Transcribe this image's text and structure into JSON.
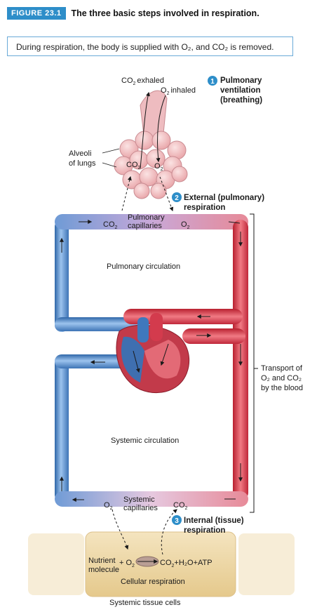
{
  "figure": {
    "badge": "FIGURE 23.1",
    "title": "The three basic steps involved in respiration."
  },
  "caption": {
    "text": "During respiration, the body is supplied with O₂, and CO₂ is removed."
  },
  "steps": [
    {
      "number": "1",
      "lines": [
        "Pulmonary",
        "ventilation",
        "(breathing)"
      ]
    },
    {
      "number": "2",
      "lines": [
        "External (pulmonary)",
        "respiration"
      ]
    },
    {
      "number": "3",
      "lines": [
        "Internal (tissue)",
        "respiration"
      ]
    }
  ],
  "lungs": {
    "co2_exhaled": "exhaled",
    "o2_inhaled": "inhaled",
    "alveoli_label": [
      "Alveoli",
      "of lungs"
    ]
  },
  "gases": {
    "co2": "CO",
    "o2": "O",
    "sub2": "2"
  },
  "pulmonary_capillaries": [
    "Pulmonary",
    "capillaries"
  ],
  "pulmonary_circulation": "Pulmonary circulation",
  "systemic_circulation": "Systemic circulation",
  "systemic_capillaries": [
    "Systemic",
    "capillaries"
  ],
  "transport": [
    "Transport of",
    "O₂ and CO₂",
    "by the blood"
  ],
  "cell": {
    "nutrient": [
      "Nutrient",
      "molecule"
    ],
    "products": "+H₂O+ATP",
    "process": "Cellular respiration",
    "tissue_label": "Systemic tissue cells"
  },
  "colors": {
    "oxygenated": "#d8374a",
    "deoxygenated": "#4a86c8",
    "accent": "#2e8ec9",
    "cell_fill": "#efd9a8"
  }
}
